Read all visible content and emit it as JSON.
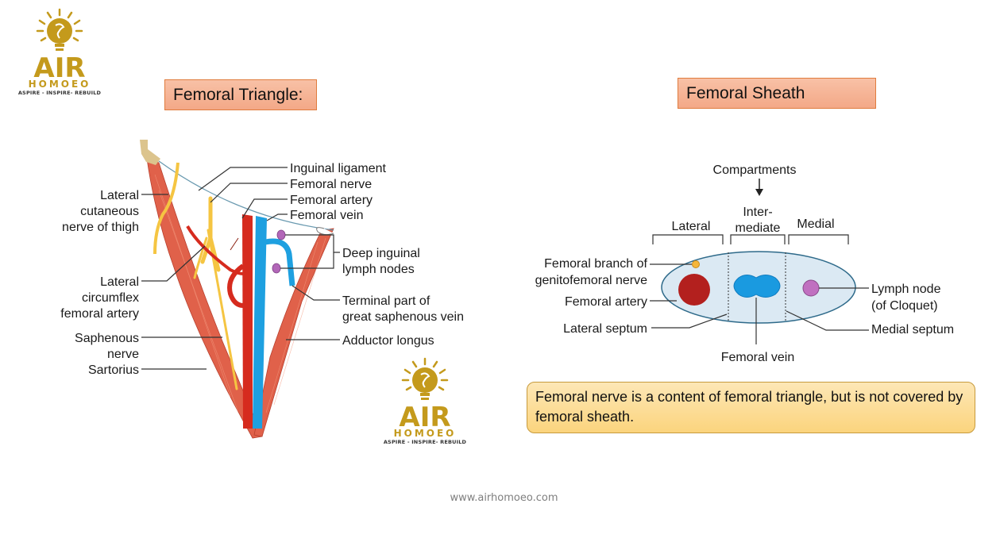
{
  "logo": {
    "brand_short": "AIR",
    "brand_name": "HOMOEO",
    "tagline": "ASPIRE - INSPIRE- REBUILD",
    "color": "#c49a1c"
  },
  "left_panel": {
    "title": "Femoral Triangle:",
    "labels": {
      "inguinal_ligament": "Inguinal ligament",
      "femoral_nerve": "Femoral nerve",
      "femoral_artery": "Femoral artery",
      "femoral_vein": "Femoral vein",
      "deep_inguinal_1": "Deep inguinal",
      "deep_inguinal_2": "lymph nodes",
      "terminal_1": "Terminal part of",
      "terminal_2": "great saphenous vein",
      "adductor_longus": "Adductor longus",
      "lat_cut_1": "Lateral",
      "lat_cut_2": "cutaneous",
      "lat_cut_3": "nerve of thigh",
      "lat_circ_1": "Lateral",
      "lat_circ_2": "circumflex",
      "lat_circ_3": "femoral artery",
      "saphenous_1": "Saphenous",
      "saphenous_2": "nerve",
      "sartorius": "Sartorius"
    }
  },
  "right_panel": {
    "title": "Femoral Sheath",
    "labels": {
      "compartments": "Compartments",
      "lateral": "Lateral",
      "intermediate_1": "Inter-",
      "intermediate_2": "mediate",
      "medial": "Medial",
      "fem_branch_1": "Femoral branch of",
      "fem_branch_2": "genitofemoral nerve",
      "femoral_artery": "Femoral artery",
      "lateral_septum": "Lateral septum",
      "femoral_vein": "Femoral vein",
      "lymph_node_1": "Lymph node",
      "lymph_node_2": "(of Cloquet)",
      "medial_septum": "Medial septum"
    },
    "note": "Femoral nerve is a content of femoral triangle, but is not covered by femoral sheath."
  },
  "colors": {
    "muscle": "#e0614a",
    "artery": "#d62b1e",
    "vein": "#1ea0e0",
    "nerve": "#f5c542",
    "lymph": "#b267b8",
    "title_box": "#f5b497",
    "note_box": "#fcdc96"
  },
  "footer": {
    "website": "www.airhomoeo.com"
  }
}
